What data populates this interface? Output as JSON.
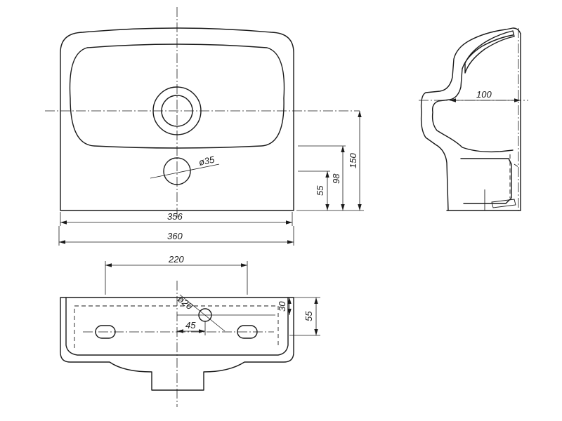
{
  "top_view": {
    "width_inner_label": "356",
    "width_outer_label": "360",
    "height_overall_label": "150",
    "height_hole_a_label": "98",
    "height_hole_b_label": "55",
    "hole_diameter_label": "ø35"
  },
  "side_view": {
    "depth_label": "100"
  },
  "bottom_view": {
    "spacing_label": "220",
    "offset_label": "45",
    "hole_diameter_label": "ø20",
    "height_small_label": "30",
    "height_large_label": "55"
  }
}
